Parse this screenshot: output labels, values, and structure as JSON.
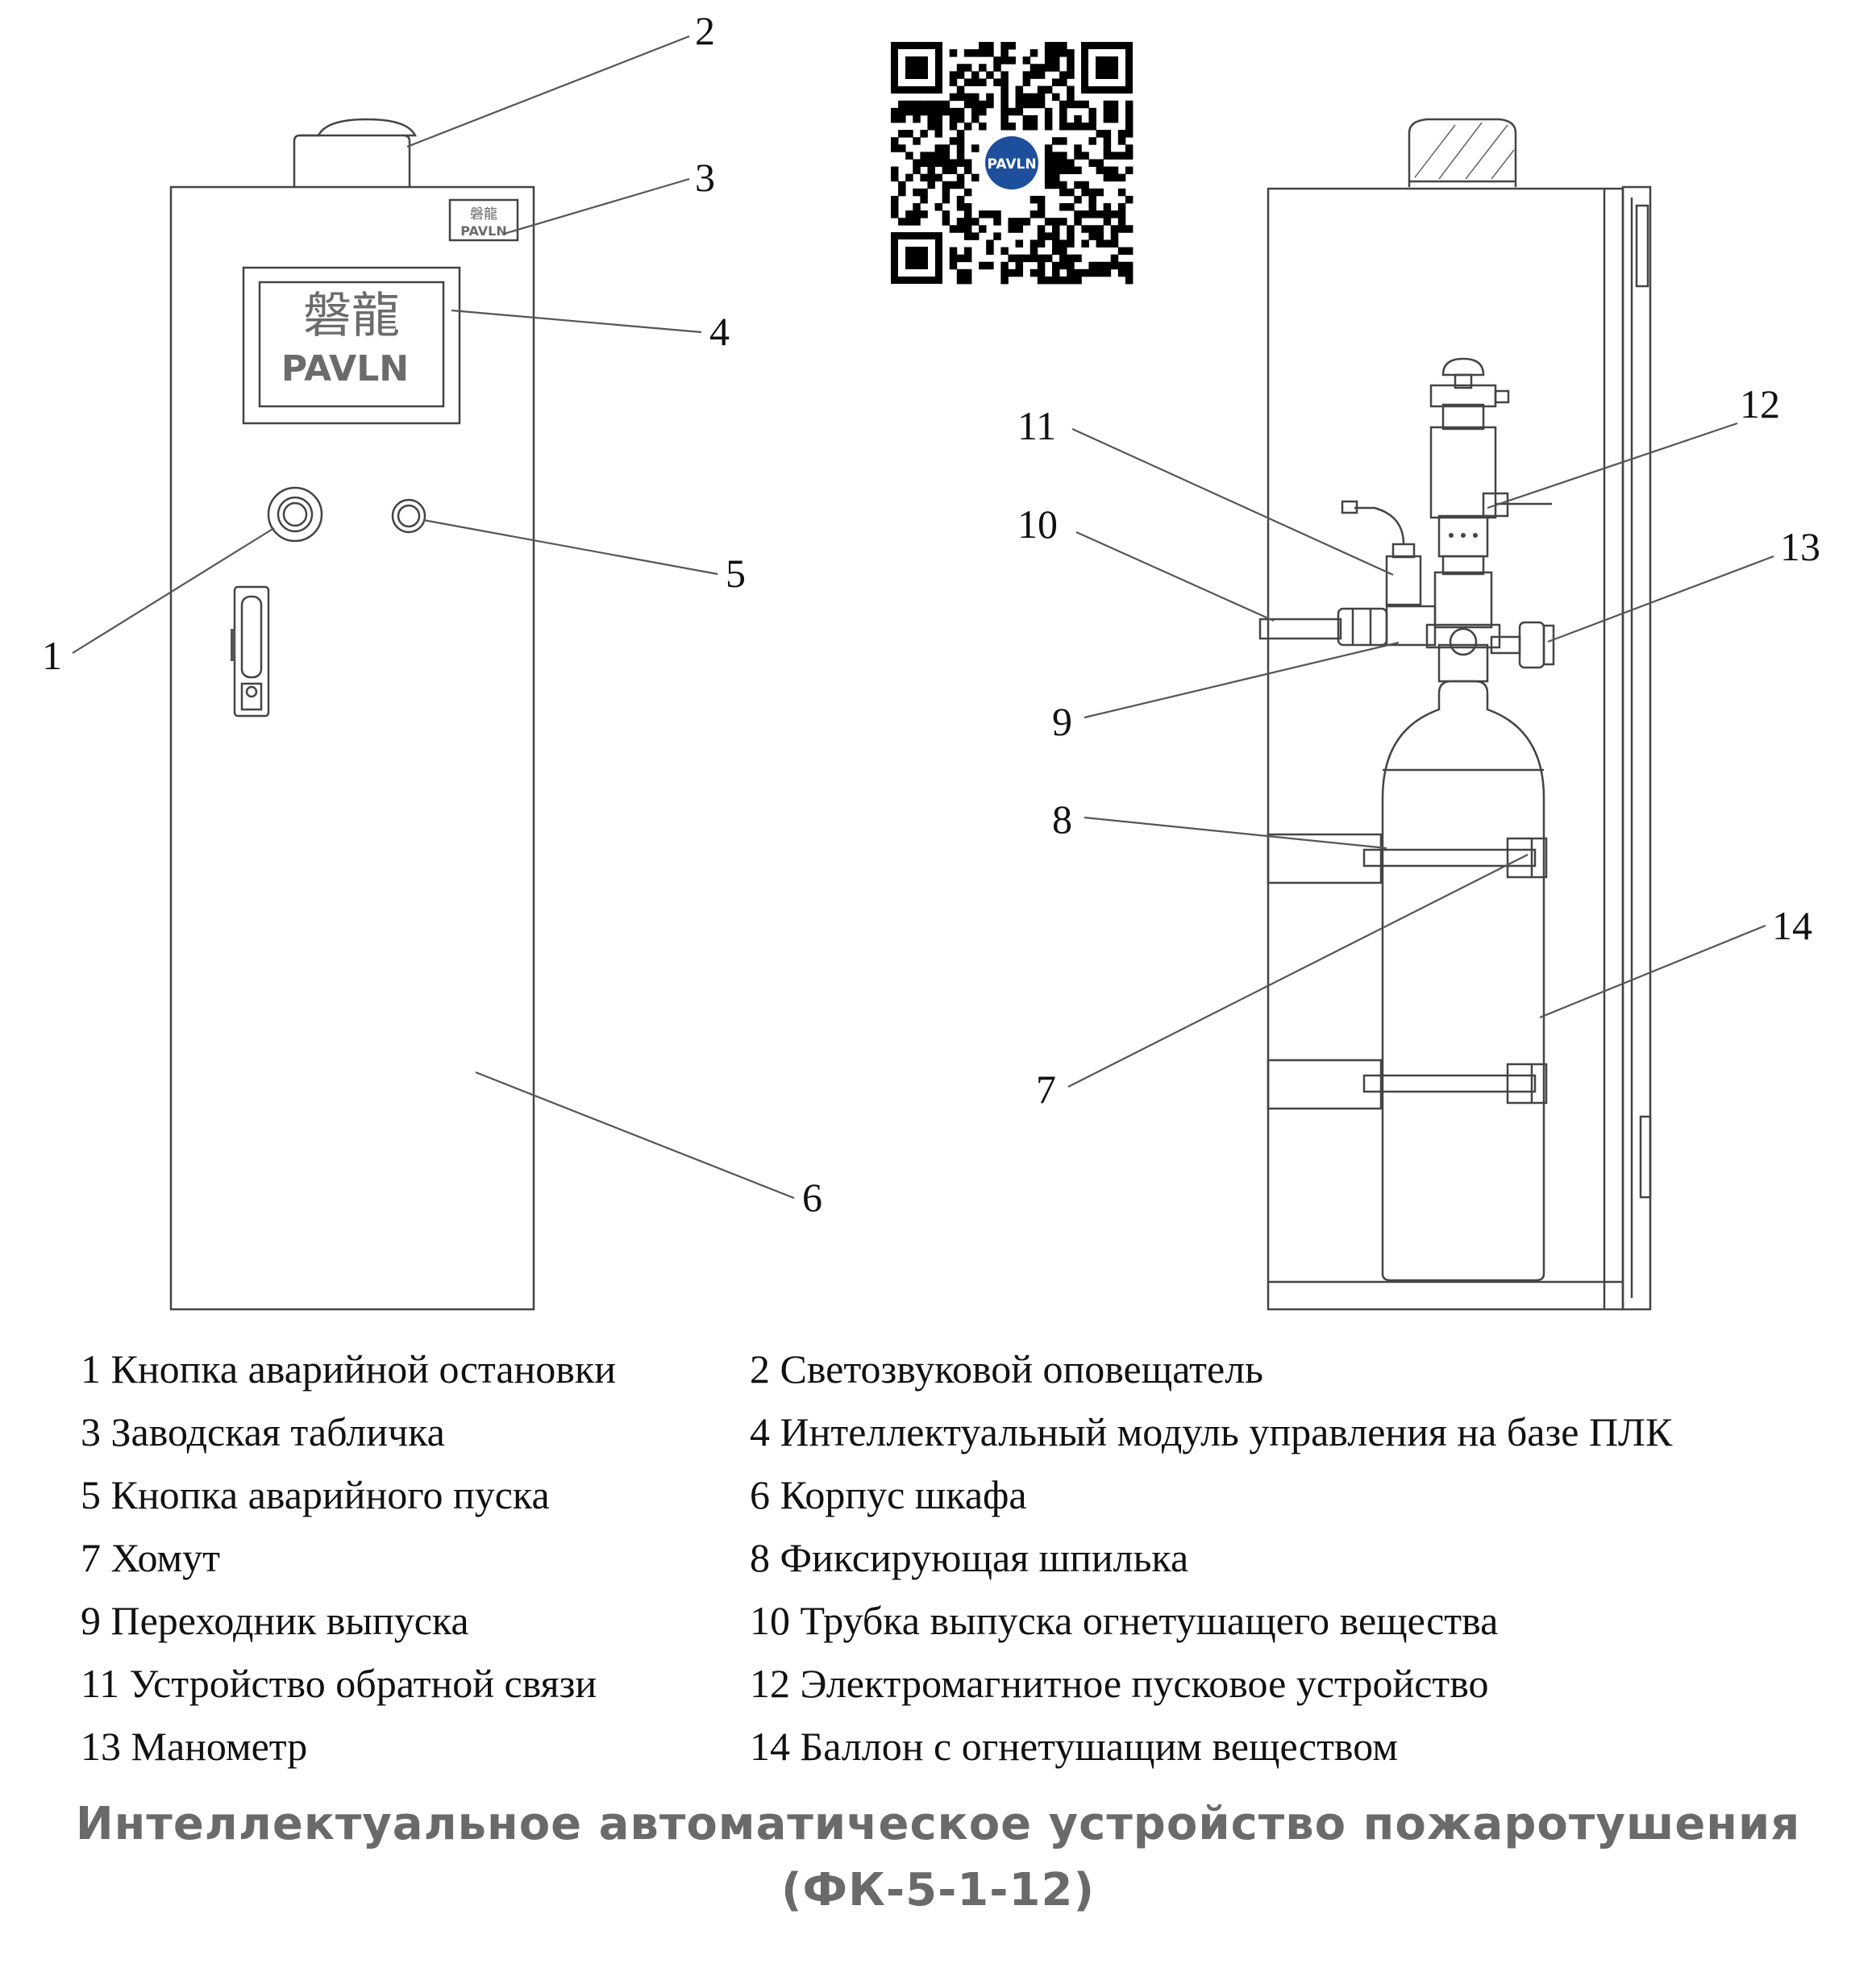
{
  "brand": {
    "chinese": "磐龍",
    "latin": "PAVLN",
    "color": "#6b6b6b",
    "qr_badge_color": "#1d4f9c"
  },
  "callouts": [
    "1",
    "2",
    "3",
    "4",
    "5",
    "6",
    "7",
    "8",
    "9",
    "10",
    "11",
    "12",
    "13",
    "14"
  ],
  "legend": [
    {
      "num": "1",
      "text": "Кнопка аварийной остановки"
    },
    {
      "num": "2",
      "text": "Светозвуковой оповещатель"
    },
    {
      "num": "3",
      "text": "Заводская табличка"
    },
    {
      "num": "4",
      "text": "Интеллектуальный модуль управления на базе ПЛК"
    },
    {
      "num": "5",
      "text": "Кнопка аварийного пуска"
    },
    {
      "num": "6",
      "text": "Корпус шкафа"
    },
    {
      "num": "7",
      "text": "Хомут"
    },
    {
      "num": "8",
      "text": "Фиксирующая шпилька"
    },
    {
      "num": "9",
      "text": "Переходник выпуска"
    },
    {
      "num": "10",
      "text": "Трубка выпуска огнетушащего вещества"
    },
    {
      "num": "11",
      "text": "Устройство обратной связи"
    },
    {
      "num": "12",
      "text": "Электромагнитное пусковое устройство"
    },
    {
      "num": "13",
      "text": "Манометр"
    },
    {
      "num": "14",
      "text": "Баллон с огнетушащим веществом"
    }
  ],
  "title": {
    "line1": "Интеллектуальное автоматическое устройство пожаротушения",
    "line2": "(ФК-5-1-12)"
  }
}
